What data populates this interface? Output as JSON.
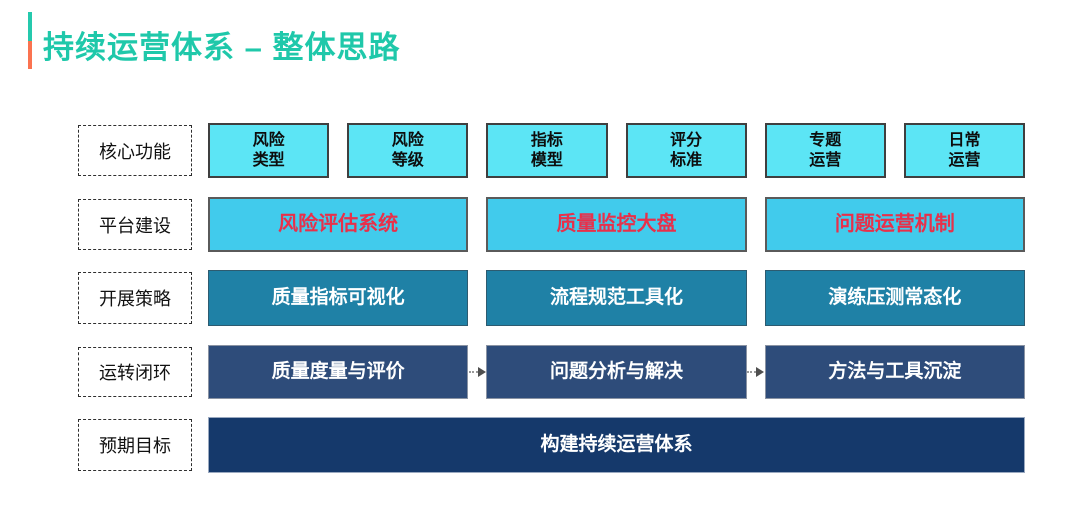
{
  "title": {
    "text": "持续运营体系 – 整体思路"
  },
  "accent_colors": {
    "bar_top": "#25c9ad",
    "bar_bottom": "#fb7350",
    "title_text": "#1fc8aa",
    "core_fill": "#5ce5f5",
    "platform_fill": "#41cbec",
    "platform_text": "#e8304a",
    "strategy_fill": "#1f81a6",
    "loop_fill": "#2e4c7a",
    "goal_fill": "#15396b"
  },
  "rows": {
    "core": {
      "label": "核心功能",
      "boxes": [
        {
          "line1": "风险",
          "line2": "类型"
        },
        {
          "line1": "风险",
          "line2": "等级"
        },
        {
          "line1": "指标",
          "line2": "模型"
        },
        {
          "line1": "评分",
          "line2": "标准"
        },
        {
          "line1": "专题",
          "line2": "运营"
        },
        {
          "line1": "日常",
          "line2": "运营"
        }
      ]
    },
    "platform": {
      "label": "平台建设",
      "boxes": [
        "风险评估系统",
        "质量监控大盘",
        "问题运营机制"
      ]
    },
    "strategy": {
      "label": "开展策略",
      "boxes": [
        "质量指标可视化",
        "流程规范工具化",
        "演练压测常态化"
      ]
    },
    "loop": {
      "label": "运转闭环",
      "boxes": [
        "质量度量与评价",
        "问题分析与解决",
        "方法与工具沉淀"
      ]
    },
    "goal": {
      "label": "预期目标",
      "box": "构建持续运营体系"
    }
  }
}
